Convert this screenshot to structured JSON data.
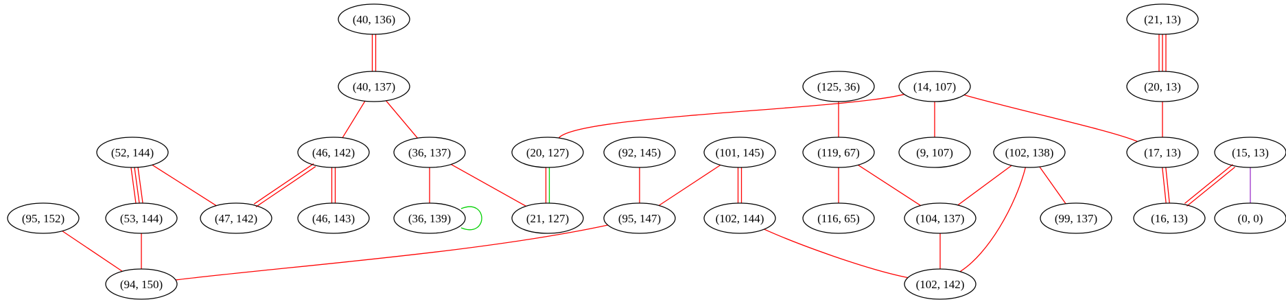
{
  "colors": {
    "red": "#ff0000",
    "green": "#00d000",
    "purple": "#9b30c8",
    "node_stroke": "#000000"
  },
  "nodes": [
    {
      "id": "n40_136",
      "label": "(40, 136)"
    },
    {
      "id": "n40_137",
      "label": "(40, 137)"
    },
    {
      "id": "n21_13",
      "label": "(21, 13)"
    },
    {
      "id": "n20_13",
      "label": "(20, 13)"
    },
    {
      "id": "n125_36",
      "label": "(125, 36)"
    },
    {
      "id": "n14_107",
      "label": "(14, 107)"
    },
    {
      "id": "n52_144",
      "label": "(52, 144)"
    },
    {
      "id": "n46_142",
      "label": "(46, 142)"
    },
    {
      "id": "n36_137",
      "label": "(36, 137)"
    },
    {
      "id": "n20_127",
      "label": "(20, 127)"
    },
    {
      "id": "n92_145",
      "label": "(92, 145)"
    },
    {
      "id": "n101_145",
      "label": "(101, 145)"
    },
    {
      "id": "n119_67",
      "label": "(119, 67)"
    },
    {
      "id": "n9_107",
      "label": "(9, 107)"
    },
    {
      "id": "n102_138",
      "label": "(102, 138)"
    },
    {
      "id": "n17_13",
      "label": "(17, 13)"
    },
    {
      "id": "n15_13",
      "label": "(15, 13)"
    },
    {
      "id": "n95_152",
      "label": "(95, 152)"
    },
    {
      "id": "n53_144",
      "label": "(53, 144)"
    },
    {
      "id": "n47_142",
      "label": "(47, 142)"
    },
    {
      "id": "n46_143",
      "label": "(46, 143)"
    },
    {
      "id": "n36_139",
      "label": "(36, 139)"
    },
    {
      "id": "n21_127",
      "label": "(21, 127)"
    },
    {
      "id": "n95_147",
      "label": "(95, 147)"
    },
    {
      "id": "n102_144",
      "label": "(102, 144)"
    },
    {
      "id": "n116_65",
      "label": "(116, 65)"
    },
    {
      "id": "n104_137",
      "label": "(104, 137)"
    },
    {
      "id": "n99_137",
      "label": "(99, 137)"
    },
    {
      "id": "n16_13",
      "label": "(16, 13)"
    },
    {
      "id": "n0_0",
      "label": "(0, 0)"
    },
    {
      "id": "n94_150",
      "label": "(94, 150)"
    },
    {
      "id": "n102_142",
      "label": "(102, 142)"
    }
  ],
  "edges": [
    {
      "from": "n40_136",
      "to": "n40_137",
      "colors": [
        "red",
        "red"
      ]
    },
    {
      "from": "n40_137",
      "to": "n46_142",
      "colors": [
        "red"
      ]
    },
    {
      "from": "n40_137",
      "to": "n36_137",
      "colors": [
        "red"
      ]
    },
    {
      "from": "n21_13",
      "to": "n20_13",
      "colors": [
        "red",
        "red",
        "red"
      ]
    },
    {
      "from": "n20_13",
      "to": "n17_13",
      "colors": [
        "red"
      ]
    },
    {
      "from": "n125_36",
      "to": "n119_67",
      "colors": [
        "red"
      ]
    },
    {
      "from": "n14_107",
      "to": "n20_127",
      "colors": [
        "red"
      ]
    },
    {
      "from": "n14_107",
      "to": "n9_107",
      "colors": [
        "red"
      ]
    },
    {
      "from": "n14_107",
      "to": "n17_13",
      "colors": [
        "red"
      ]
    },
    {
      "from": "n52_144",
      "to": "n53_144",
      "colors": [
        "red",
        "red",
        "red"
      ]
    },
    {
      "from": "n52_144",
      "to": "n47_142",
      "colors": [
        "red"
      ]
    },
    {
      "from": "n46_142",
      "to": "n47_142",
      "colors": [
        "red",
        "red"
      ]
    },
    {
      "from": "n46_142",
      "to": "n46_143",
      "colors": [
        "red",
        "red"
      ]
    },
    {
      "from": "n36_137",
      "to": "n36_139",
      "colors": [
        "red"
      ]
    },
    {
      "from": "n36_137",
      "to": "n21_127",
      "colors": [
        "red"
      ]
    },
    {
      "from": "n36_139",
      "to": "n36_139",
      "colors": [
        "green"
      ]
    },
    {
      "from": "n20_127",
      "to": "n21_127",
      "colors": [
        "green",
        "red"
      ]
    },
    {
      "from": "n92_145",
      "to": "n95_147",
      "colors": [
        "red"
      ]
    },
    {
      "from": "n101_145",
      "to": "n95_147",
      "colors": [
        "red"
      ]
    },
    {
      "from": "n101_145",
      "to": "n102_144",
      "colors": [
        "red",
        "red"
      ]
    },
    {
      "from": "n119_67",
      "to": "n116_65",
      "colors": [
        "red"
      ]
    },
    {
      "from": "n119_67",
      "to": "n104_137",
      "colors": [
        "red"
      ]
    },
    {
      "from": "n102_138",
      "to": "n104_137",
      "colors": [
        "red"
      ]
    },
    {
      "from": "n102_138",
      "to": "n99_137",
      "colors": [
        "red"
      ]
    },
    {
      "from": "n102_138",
      "to": "n102_142",
      "colors": [
        "red"
      ]
    },
    {
      "from": "n17_13",
      "to": "n16_13",
      "colors": [
        "red",
        "red"
      ]
    },
    {
      "from": "n15_13",
      "to": "n16_13",
      "colors": [
        "red",
        "red"
      ]
    },
    {
      "from": "n15_13",
      "to": "n0_0",
      "colors": [
        "purple"
      ]
    },
    {
      "from": "n95_152",
      "to": "n94_150",
      "colors": [
        "red"
      ]
    },
    {
      "from": "n53_144",
      "to": "n94_150",
      "colors": [
        "red"
      ]
    },
    {
      "from": "n95_147",
      "to": "n94_150",
      "colors": [
        "red"
      ]
    },
    {
      "from": "n104_137",
      "to": "n102_142",
      "colors": [
        "red"
      ]
    },
    {
      "from": "n102_144",
      "to": "n102_142",
      "colors": [
        "red"
      ]
    }
  ]
}
